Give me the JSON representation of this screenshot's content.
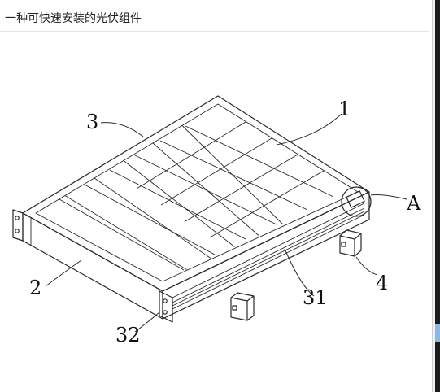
{
  "page": {
    "title": "一种可快速安装的光伏组件"
  },
  "figure": {
    "labels": {
      "panel": "1",
      "frame_side": "2",
      "frame_top": "3",
      "connector_block": "4",
      "detail_marker": "A",
      "channel": "31",
      "end_plate": "32"
    }
  }
}
